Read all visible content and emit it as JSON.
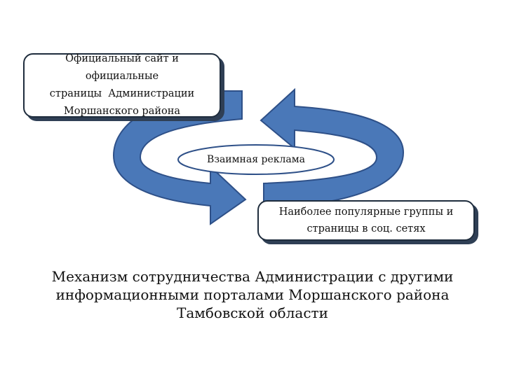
{
  "diagram": {
    "top_box_lines": [
      "Официальный сайт и официальные",
      "страницы  Администрации",
      "Моршанского района"
    ],
    "center_label": "Взаимная реклама",
    "bottom_box_lines": [
      "Наиболее популярные группы и",
      "страницы в соц. сетях"
    ]
  },
  "caption_lines": [
    "Механизм сотрудничества Администрации с другими",
    "информационными порталами Моршанского района",
    "Тамбовской области"
  ],
  "colors": {
    "arrow_fill": "#4a78b8",
    "arrow_dark": "#2e5088",
    "outline": "#1f2d3d",
    "ellipse_stroke": "#2e5088"
  }
}
